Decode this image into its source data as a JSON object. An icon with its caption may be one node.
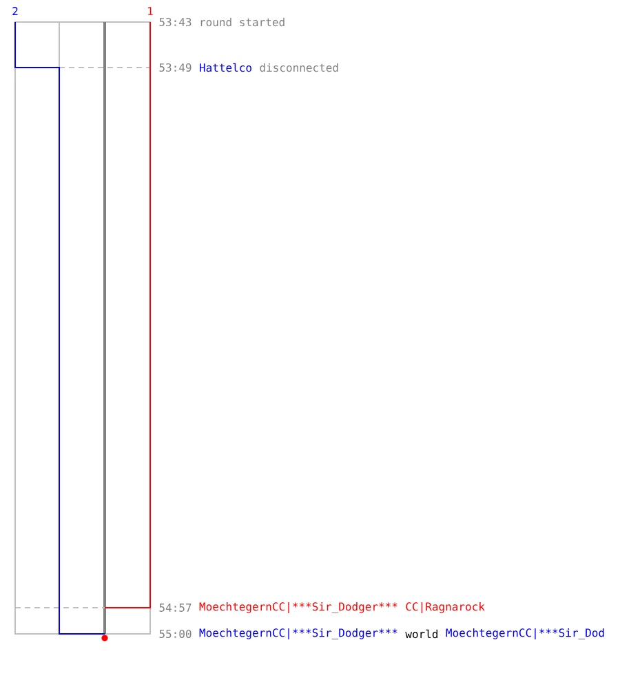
{
  "diagram": {
    "labels": [
      "2",
      "1",
      "53:43",
      "round started",
      "53:49",
      "Hattelco",
      "disconnected",
      "54:57",
      "MoechtegernCC|***Sir_Dodger***",
      "CC|Ragnarock",
      "55:00",
      "MoechtegernCC|***Sir_Dodger***",
      "world",
      "MoechtegernCC|***Sir_Dod"
    ]
  }
}
